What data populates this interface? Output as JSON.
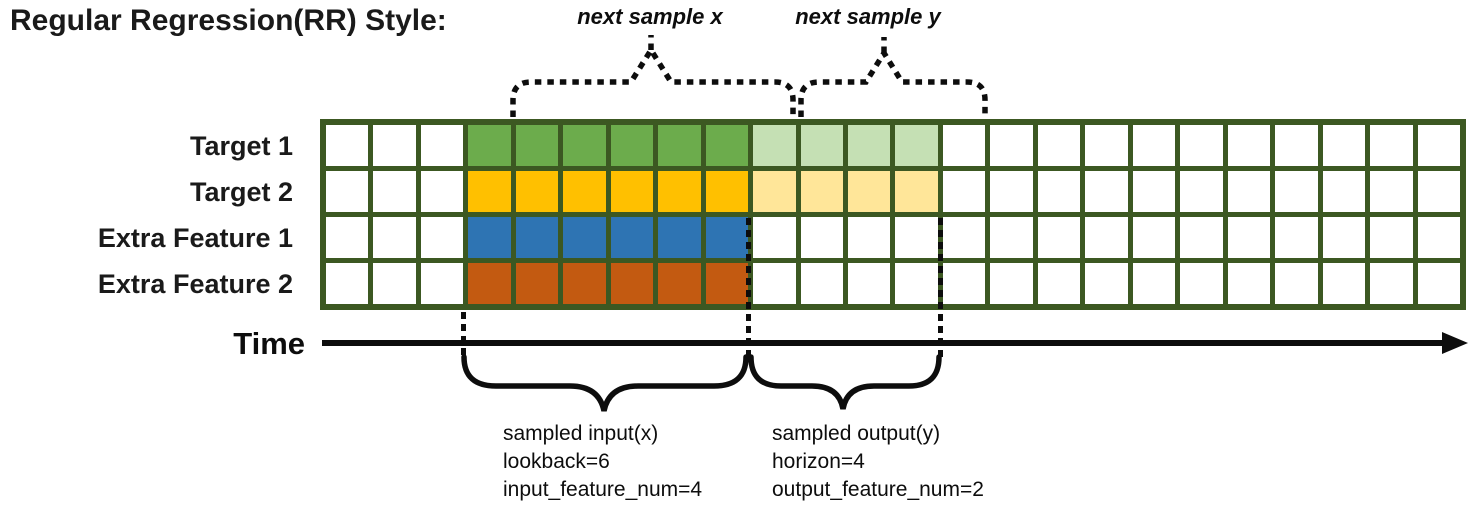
{
  "title": "Regular Regression(RR) Style:",
  "colors": {
    "background": "#FFFFFF",
    "grid_line": "#3C5822",
    "empty_cell": "#FFFFFF",
    "axis": "#0D0D0D",
    "target1_input": "#6CAC4C",
    "target1_output": "#C5E0B4",
    "target2_input": "#FFC000",
    "target2_output": "#FFE699",
    "extra1_input": "#2E74B3",
    "extra2_input": "#C35A11"
  },
  "diagram": {
    "top_braces": {
      "next_x_label": "next sample x",
      "next_y_label": "next sample y"
    },
    "grid": {
      "columns": 24,
      "pre_empty": 3,
      "lookback": 6,
      "horizon": 4,
      "post_empty": 11,
      "rows": [
        {
          "label": "Target 1",
          "type": "target",
          "input_color": "#6CAC4C",
          "output_color": "#C5E0B4"
        },
        {
          "label": "Target 2",
          "type": "target",
          "input_color": "#FFC000",
          "output_color": "#FFE699"
        },
        {
          "label": "Extra Feature 1",
          "type": "extra-feature",
          "input_color": "#2E74B3",
          "output_color": null
        },
        {
          "label": "Extra Feature 2",
          "type": "extra-feature",
          "input_color": "#C35A11",
          "output_color": null
        }
      ]
    },
    "time_axis": {
      "label": "Time"
    },
    "annotations": {
      "input": {
        "line1": "sampled input(x)",
        "line2": "lookback=6",
        "line3": "input_feature_num=4"
      },
      "output": {
        "line1": "sampled output(y)",
        "line2": "horizon=4",
        "line3": "output_feature_num=2"
      }
    }
  }
}
